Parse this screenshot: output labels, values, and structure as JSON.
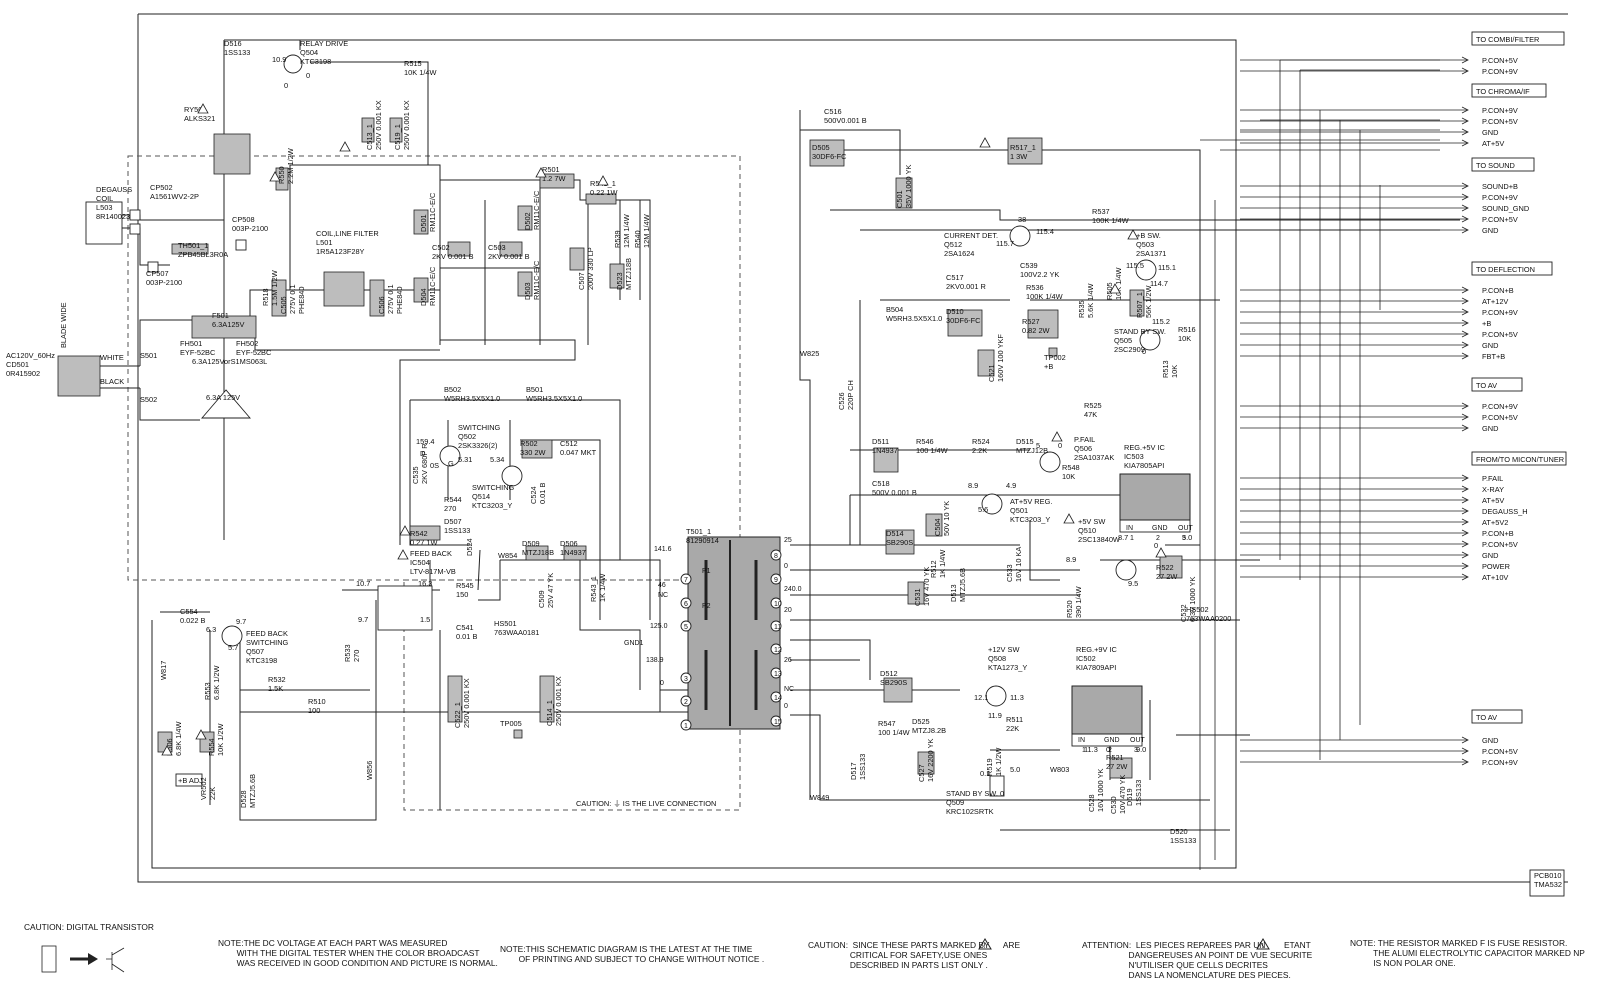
{
  "connectors_right": [
    {
      "title": "TO COMBI/FILTER",
      "signals": [
        "P.CON+5V",
        "P.CON+9V"
      ]
    },
    {
      "title": "TO CHROMA/IF",
      "signals": [
        "P.CON+9V",
        "P.CON+5V",
        "GND",
        "AT+5V"
      ]
    },
    {
      "title": "TO SOUND",
      "signals": [
        "SOUND+B",
        "P.CON+9V",
        "SOUND_GND",
        "P.CON+5V",
        "GND"
      ]
    },
    {
      "title": "TO DEFLECTION",
      "signals": [
        "P.CON+B",
        "AT+12V",
        "P.CON+9V",
        "+B",
        "P.CON+5V",
        "GND",
        "FBT+B"
      ]
    },
    {
      "title": "TO AV",
      "signals": [
        "P.CON+9V",
        "P.CON+5V",
        "GND"
      ]
    },
    {
      "title": "FROM/TO MICON/TUNER",
      "signals": [
        "P.FAIL",
        "X-RAY",
        "AT+5V",
        "DEGAUSS_H",
        "AT+5V2",
        "P.CON+B",
        "P.CON+5V",
        "GND",
        "POWER",
        "AT+10V"
      ]
    },
    {
      "title": "TO AV",
      "signals": [
        "GND",
        "P.CON+5V",
        "P.CON+9V"
      ]
    }
  ],
  "labels": {
    "ac_in": [
      "AC120V_60Hz",
      "CD501",
      "0R415902"
    ],
    "blade": "BLADE WIDE",
    "white": "WHITE",
    "black": "BLACK",
    "s501": "S501",
    "s502": "S502",
    "degauss": [
      "DEGAUSS",
      "COIL",
      "L503",
      "8R140023"
    ],
    "cp502": [
      "CP502",
      "A1561WV2-2P"
    ],
    "cp507": [
      "CP507",
      "003P-2100"
    ],
    "cp508": [
      "CP508",
      "003P-2100"
    ],
    "th501": [
      "TH501_1",
      "ZPB45BL3R0A"
    ],
    "fuse": [
      "F501",
      "6.3A125V"
    ],
    "fh501": [
      "FH501",
      "EYF-52BC"
    ],
    "fh502": [
      "FH502",
      "EYF-52BC"
    ],
    "fuse_note": "6.3A125VorS1MS063L",
    "fuse_tri": "6.3A 125V",
    "d516": [
      "D516",
      "1SS133"
    ],
    "relay_drive": [
      "RELAY DRIVE",
      "Q504",
      "KTC3198"
    ],
    "v10_9": "10.9",
    "v0a": "0",
    "v0b": "0",
    "r515": [
      "R515",
      "10K 1/4W"
    ],
    "ry501": [
      "RY501",
      "ALKS321"
    ],
    "r550": [
      "R550",
      "2.2M 1/2W"
    ],
    "c513": [
      "C513_1",
      "250V 0.001 KX"
    ],
    "c519": [
      "C519_1",
      "250V 0.001 KX"
    ],
    "coil_filter": [
      "COIL,LINE FILTER",
      "L501",
      "1R5A123F28Y"
    ],
    "r518": [
      "R518",
      "1.5M 1/2W"
    ],
    "c505": [
      "C505",
      "275V 0.1",
      "PHE840"
    ],
    "c506": [
      "C506",
      "275V 0.1",
      "PHE840"
    ],
    "d501": [
      "D501",
      "RM11C-E/C"
    ],
    "d502": [
      "D502",
      "RM11C-E/C"
    ],
    "d503": [
      "D503",
      "RM11C-E/C"
    ],
    "d504": [
      "D504",
      "RM11C-E/C"
    ],
    "c502": [
      "C502",
      "2KV 0.001 B"
    ],
    "c503": [
      "C503",
      "2KV 0.001 B"
    ],
    "r501": [
      "R501",
      "1.2 7W"
    ],
    "r541": [
      "R541_1",
      "0.22 1W"
    ],
    "r539": [
      "R539",
      "12M 1/4W"
    ],
    "r540": [
      "R540",
      "12M 1/4W"
    ],
    "c507": [
      "C507",
      "200V 330 LP"
    ],
    "d523": [
      "D523",
      "MTZJ18B"
    ],
    "b502": [
      "B502",
      "W5RH3.5X5X1.0"
    ],
    "b501": [
      "B501",
      "W5RH3.5X5X1.0"
    ],
    "switching_q502": [
      "SWITCHING",
      "Q502",
      "2SK3326(2)"
    ],
    "v159_4": "159.4",
    "v0_s": "0S",
    "v0_d": "D",
    "v0_g": "G",
    "v5_31": "5.31",
    "v5_34": "5.34",
    "c535": [
      "C535",
      "2KV 680P R"
    ],
    "r502": [
      "R502",
      "330 2W"
    ],
    "c512": [
      "C512",
      "0.047 MKT"
    ],
    "switching_q514": [
      "SWITCHING",
      "Q514",
      "KTC3203_Y"
    ],
    "r544": [
      "R544",
      "270"
    ],
    "c524": [
      "C524",
      "0.01 B"
    ],
    "r542": [
      "R542",
      "0.27 1W"
    ],
    "d507": [
      "D507",
      "1SS133"
    ],
    "feed_back_ic": [
      "FEED BACK",
      "IC504",
      "LTV-817M-VB"
    ],
    "v10_7": "10.7",
    "v16_3": "16.3",
    "v9_7": "9.7",
    "v1_5": "1.5",
    "r545": [
      "R545",
      "150"
    ],
    "c541": [
      "C541",
      "0.01 B"
    ],
    "d524": "D524",
    "w854": "W854",
    "d509": [
      "D509",
      "MTZJ18B"
    ],
    "d506": [
      "D506",
      "1N4937"
    ],
    "c509": [
      "C509",
      "25V 47 YK"
    ],
    "r543": [
      "R543_1",
      "1K 1/4W"
    ],
    "hs501": [
      "HS501",
      "763WAA0181"
    ],
    "c554": [
      "C554",
      "0.022 B"
    ],
    "v6_3": "6.3",
    "v9_7b": "9.7",
    "v5_7": "5.7",
    "q507": [
      "FEED BACK",
      "SWITCHING",
      "Q507",
      "KTC3198"
    ],
    "r532": [
      "R532",
      "1.5K"
    ],
    "r553": [
      "R553",
      "6.8K 1/2W"
    ],
    "w817": "W817",
    "r533": [
      "R533",
      "270"
    ],
    "r510": [
      "R510",
      "100"
    ],
    "c522": [
      "C522_1",
      "250V 0.001 KX"
    ],
    "c514": [
      "C514_1",
      "250V 0.001 KX"
    ],
    "tp005": "TP005",
    "w856": "W856",
    "r506": [
      "R506",
      "6.8K 1/4W"
    ],
    "r554": [
      "R554",
      "10K 1/2W"
    ],
    "b_adj": "+B ADJ",
    "vr502": [
      "VR502",
      "22K"
    ],
    "d528": [
      "D528",
      "MTZJ5.6B"
    ],
    "t501": [
      "T501_1",
      "81290914"
    ],
    "t_pins": [
      "141.6",
      "P1",
      "46",
      "NC",
      "P2",
      "125.0",
      "GND1",
      "138.9",
      "0",
      "25",
      "0",
      "240.0",
      "20",
      "26",
      "NC",
      "0"
    ],
    "t_pin_nums": [
      "7",
      "6",
      "5",
      "3",
      "2",
      "1",
      "8",
      "9",
      "10",
      "11",
      "12",
      "13",
      "14",
      "15"
    ],
    "caution_live": "CAUTION:  ⏚  IS THE LIVE CONNECTION",
    "c516": [
      "C516",
      "500V0.001 B"
    ],
    "d505": [
      "D505",
      "30DF6-FC"
    ],
    "r517": [
      "R517_1",
      "1 3W"
    ],
    "c501": [
      "C501",
      "35V 1000 YK"
    ],
    "current_det": [
      "CURRENT DET.",
      "Q512",
      "2SA1624"
    ],
    "v38": "38",
    "v115_4": "115.4",
    "v115_7": "115.7",
    "c539": [
      "C539",
      "100V2.2  YK"
    ],
    "r536": [
      "R536",
      "100K 1/4W"
    ],
    "r537": [
      "R537",
      "100K 1/4W"
    ],
    "b_sw": [
      "+B SW.",
      "Q503",
      "2SA1371"
    ],
    "v115_5": "115.5",
    "v115_1": "115.1",
    "v114_7": "114.7",
    "r505": [
      "R505",
      "10K 1/4W"
    ],
    "r507": [
      "R507_1",
      "56K 1/2W"
    ],
    "c517": [
      "C517",
      "2KV0.001 R"
    ],
    "b504": [
      "B504",
      "W5RH3.5X5X1.0"
    ],
    "d510": [
      "D510",
      "30DF6-FC"
    ],
    "r527": [
      "R527",
      "0.82 2W"
    ],
    "r535": [
      "R535",
      "5.6K 1/4W"
    ],
    "tp002": [
      "TP002",
      "+B"
    ],
    "standby_q505": [
      "STAND BY SW.",
      "Q505",
      "2SC2909"
    ],
    "v115_2": "115.2",
    "v0c": "0",
    "r516": [
      "R516",
      "10K"
    ],
    "r513": [
      "R513",
      "10K"
    ],
    "c521": [
      "C521",
      "160V 100 YKF"
    ],
    "w825": "W825",
    "c526": [
      "C526",
      "220P CH"
    ],
    "r525": [
      "R525",
      "47K"
    ],
    "d511": [
      "D511",
      "1N4937"
    ],
    "r546": [
      "R546",
      "100 1/4W"
    ],
    "r524": [
      "R524",
      "2.2K"
    ],
    "d515": [
      "D515",
      "MTZJ12B"
    ],
    "v5": "5",
    "v0d": "0",
    "r548": [
      "R548",
      "10K"
    ],
    "pfail": [
      "P.FAIL",
      "Q506",
      "2SA1037AK"
    ],
    "c518": [
      "C518",
      "500V 0.001 B"
    ],
    "d514": [
      "D514",
      "SB290S"
    ],
    "c504": [
      "C504",
      "50V 10 YK"
    ],
    "v8_9": "8.9",
    "v4_9": "4.9",
    "v5_6": "5.6",
    "q501": [
      "AT+5V REG.",
      "Q501",
      "KTC3203_Y"
    ],
    "c533": [
      "C533",
      "16V 10 KA"
    ],
    "r512": [
      "R512",
      "1K 1/4W"
    ],
    "d513": [
      "D513",
      "MTZJ5.6B"
    ],
    "c531": [
      "C531",
      "16V 470 YK"
    ],
    "ic503": [
      "REG.+5V IC",
      "IC503",
      "KIA7805API"
    ],
    "ic503_pins": [
      "IN",
      "GND",
      "OUT",
      "1",
      "2",
      "3"
    ],
    "v8_7": "8.7",
    "v0e": "0",
    "v5_0": "5.0",
    "sw5v": [
      "+5V SW",
      "Q510",
      "2SC13840W"
    ],
    "v8_9b": "8.9",
    "v9_5": "9.5",
    "r520": [
      "R520",
      "390 1/4W"
    ],
    "r522": [
      "R522",
      "27 2W"
    ],
    "c532": [
      "C532",
      "6.3V 1000 YK"
    ],
    "hs502": [
      "HS502",
      "763WAA0200"
    ],
    "d512": [
      "D512",
      "SB290S"
    ],
    "sw12v": [
      "+12V SW",
      "Q508",
      "KTA1273_Y"
    ],
    "v12_1": "12.1",
    "v11_3": "11.3",
    "v11_9": "11.9",
    "r511": [
      "R511",
      "22K"
    ],
    "d525": [
      "D525",
      "MTZJ8.2B"
    ],
    "r547": [
      "R547",
      "100 1/4W"
    ],
    "c527": [
      "C527",
      "16V 2200 YK"
    ],
    "r519": [
      "R519",
      "1K 1/2W"
    ],
    "v0_1": "0.1",
    "v5_0b": "5.0",
    "v0f": "0",
    "standby_q509": [
      "STAND BY SW.",
      "Q509",
      "KRC102SRTK"
    ],
    "w803": "W803",
    "ic502": [
      "REG.+9V IC",
      "IC502",
      "KIA7809API"
    ],
    "ic502_pins": [
      "IN",
      "GND",
      "OUT",
      "1",
      "2",
      "3"
    ],
    "v11_3b": "11.3",
    "v0g": "0",
    "v9_0": "9.0",
    "r521": [
      "R521",
      "27 2W"
    ],
    "c528": [
      "C528",
      "16V 1000 YK"
    ],
    "c530": [
      "C530",
      "10V 470 YK"
    ],
    "d519": [
      "D519",
      "1SS133"
    ],
    "d517": [
      "D517",
      "1SS133"
    ],
    "w849": "W849",
    "d520": [
      "D520",
      "1SS133"
    ],
    "pcb": [
      "PCB010",
      "TMA532"
    ]
  },
  "notes": {
    "digital_tr": "CAUTION: DIGITAL TRANSISTOR",
    "dc_voltage": "NOTE:THE DC VOLTAGE AT EACH PART WAS MEASURED\n        WITH THE DIGITAL TESTER WHEN THE COLOR BROADCAST\n        WAS RECEIVED IN GOOD CONDITION AND PICTURE IS NORMAL.",
    "latest": "NOTE:THIS SCHEMATIC DIAGRAM IS THE LATEST AT THE TIME\n        OF PRINTING AND SUBJECT TO CHANGE WITHOUT NOTICE .",
    "caution": "CAUTION:  SINCE THESE PARTS MARKED BY      ARE\n                  CRITICAL FOR SAFETY,USE ONES\n                  DESCRIBED IN PARTS LIST ONLY .",
    "attention": "ATTENTION:  LES PIECES REPAREES PAR UN        ETANT\n                    DANGEREUSES AN POINT DE VUE SECURITE\n                    N'UTILISER QUE CELLS DECRITES\n                    DANS LA NOMENCLATURE DES PIECES.",
    "fuse_res": "NOTE: THE RESISTOR MARKED F IS FUSE RESISTOR.\n          THE ALUMI ELECTROLYTIC CAPACITOR MARKED NP\n          IS NON POLAR ONE."
  }
}
